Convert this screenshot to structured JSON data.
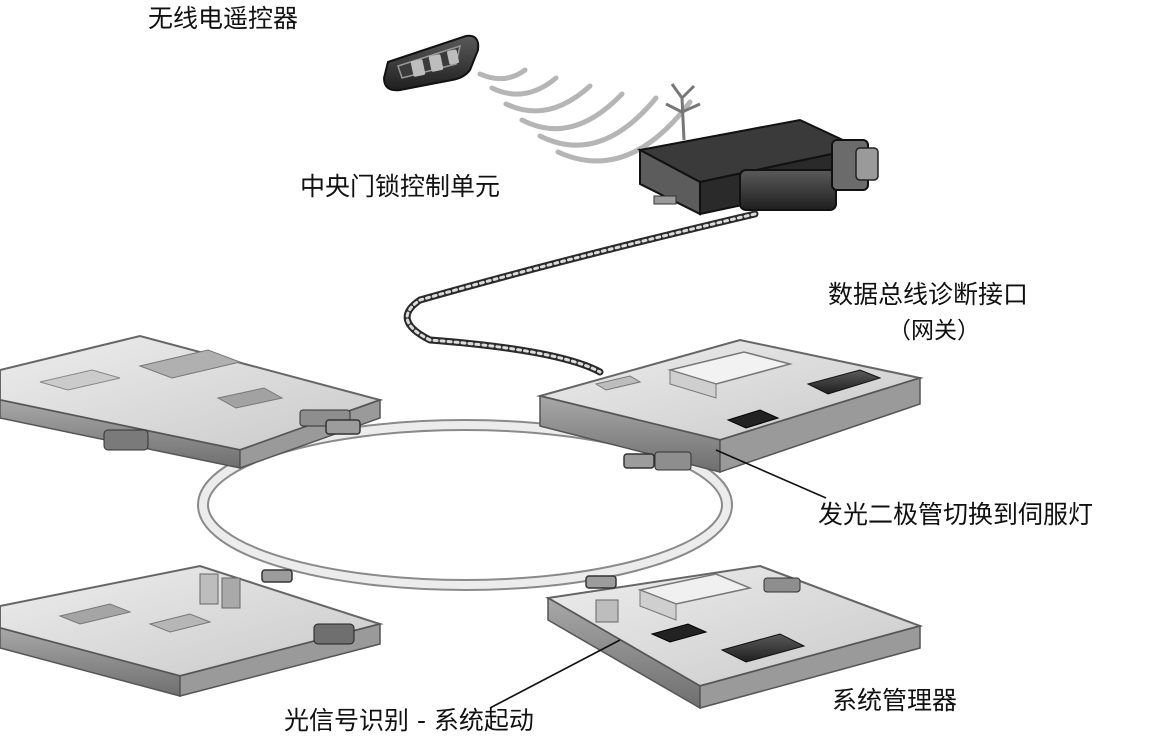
{
  "labels": {
    "remote": "无线电遥控器",
    "central_lock": "中央门锁控制单元",
    "diag_gateway": "数据总线诊断接口",
    "gateway_paren": "（网关）",
    "led_switch": "发光二极管切换到伺服灯",
    "system_manager": "系统管理器",
    "optical_signal": "光信号识别 - 系统起动"
  },
  "colors": {
    "board_top": "#d6d6d6",
    "board_side": "#8f8f8f",
    "chip": "#2a2a2a",
    "ring": "#e6e6e6",
    "line": "#111111"
  }
}
